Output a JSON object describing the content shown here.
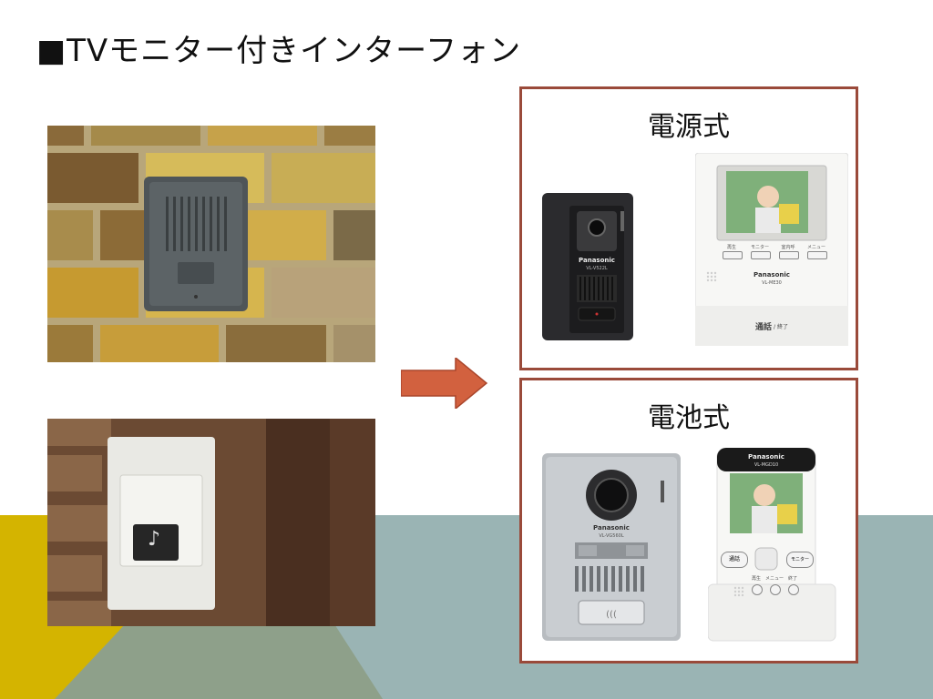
{
  "slide": {
    "title": "■TVモニター付きインターフォン",
    "colors": {
      "accent": "#9a4a3a",
      "arrow": "#d2613f",
      "yellow": "#d4b400",
      "olive": "#8ea08a",
      "teal": "#9ab4b4"
    }
  },
  "panels": {
    "power": {
      "label": "電源式",
      "door_station": {
        "brand": "Panasonic",
        "model": "VL-V522L"
      },
      "monitor": {
        "buttons": [
          "再生",
          "モニター",
          "室内呼",
          "メニュー"
        ],
        "brand": "Panasonic",
        "model": "VL-ME30",
        "talk_label": "通話",
        "end_label": "/ 終了"
      }
    },
    "battery": {
      "label": "電池式",
      "door_station": {
        "brand": "Panasonic",
        "model": "VL-VG560L"
      },
      "monitor": {
        "brand": "Panasonic",
        "model": "VL-MGD10",
        "talk_button": "通話",
        "monitor_button": "モニター",
        "buttons": [
          "再生",
          "メニュー",
          "終了"
        ]
      }
    }
  },
  "icons": {
    "arrow": "right-arrow-icon",
    "chime": "music-note-icon"
  }
}
